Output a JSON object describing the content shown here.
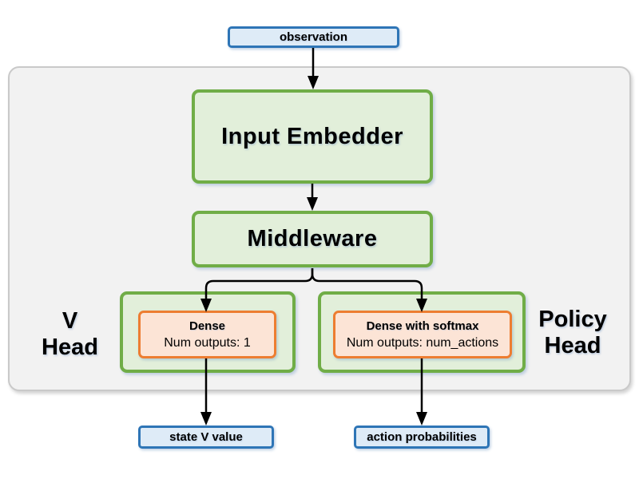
{
  "nodes": {
    "observation": "observation",
    "input_embedder": "Input Embedder",
    "middleware": "Middleware",
    "v_dense_title": "Dense",
    "v_dense_subtitle": "Num outputs: 1",
    "policy_dense_title": "Dense with softmax",
    "policy_dense_subtitle": "Num outputs: num_actions",
    "state_v_value": "state V value",
    "action_probabilities": "action probabilities"
  },
  "labels": {
    "v_head_line1": "V",
    "v_head_line2": "Head",
    "policy_head_line1": "Policy",
    "policy_head_line2": "Head"
  },
  "colors": {
    "blue_border": "#2e75b6",
    "blue_fill": "#deebf7",
    "green_border": "#70ad47",
    "green_fill": "#e2efda",
    "orange_border": "#ed7d31",
    "orange_fill": "#fce4d6",
    "gray_fill": "#f2f2f2",
    "gray_border": "#c9c9c9",
    "arrow": "#000000",
    "background": "#ffffff",
    "text": "#000000"
  }
}
